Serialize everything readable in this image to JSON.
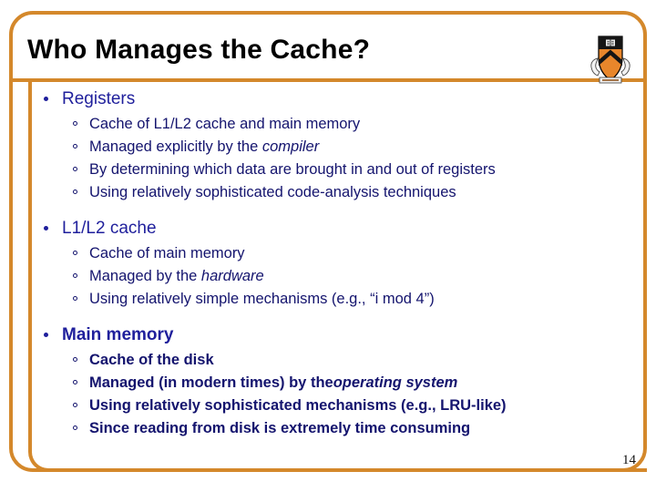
{
  "slide": {
    "title": "Who Manages the Cache?",
    "page_number": "14",
    "logo_name": "princeton-shield-logo",
    "accent_color": "#D4882B",
    "heading_color": "#1F1F9C",
    "body_color": "#14146E",
    "title_color": "#000000"
  },
  "sections": [
    {
      "heading": "Registers",
      "bold": false,
      "items": [
        {
          "pre": "Cache of L1/L2 cache and main memory",
          "italic": "",
          "post": ""
        },
        {
          "pre": "Managed explicitly by the ",
          "italic": "compiler",
          "post": ""
        },
        {
          "pre": "By determining which data are brought in and out of registers",
          "italic": "",
          "post": ""
        },
        {
          "pre": "Using relatively sophisticated code-analysis techniques",
          "italic": "",
          "post": ""
        }
      ]
    },
    {
      "heading": "L1/L2 cache",
      "bold": false,
      "items": [
        {
          "pre": "Cache of main memory",
          "italic": "",
          "post": ""
        },
        {
          "pre": "Managed by the ",
          "italic": "hardware",
          "post": ""
        },
        {
          "pre": "Using relatively simple mechanisms (e.g., “i mod 4”)",
          "italic": "",
          "post": ""
        }
      ]
    },
    {
      "heading": "Main memory",
      "bold": true,
      "items": [
        {
          "pre": "Cache of the disk",
          "italic": "",
          "post": ""
        },
        {
          "pre": "Managed (in modern times) by the",
          "italic": "operating system",
          "post": ""
        },
        {
          "pre": "Using relatively sophisticated mechanisms (e.g., LRU-like)",
          "italic": "",
          "post": ""
        },
        {
          "pre": "Since reading from disk is extremely time consuming",
          "italic": "",
          "post": ""
        }
      ]
    }
  ]
}
